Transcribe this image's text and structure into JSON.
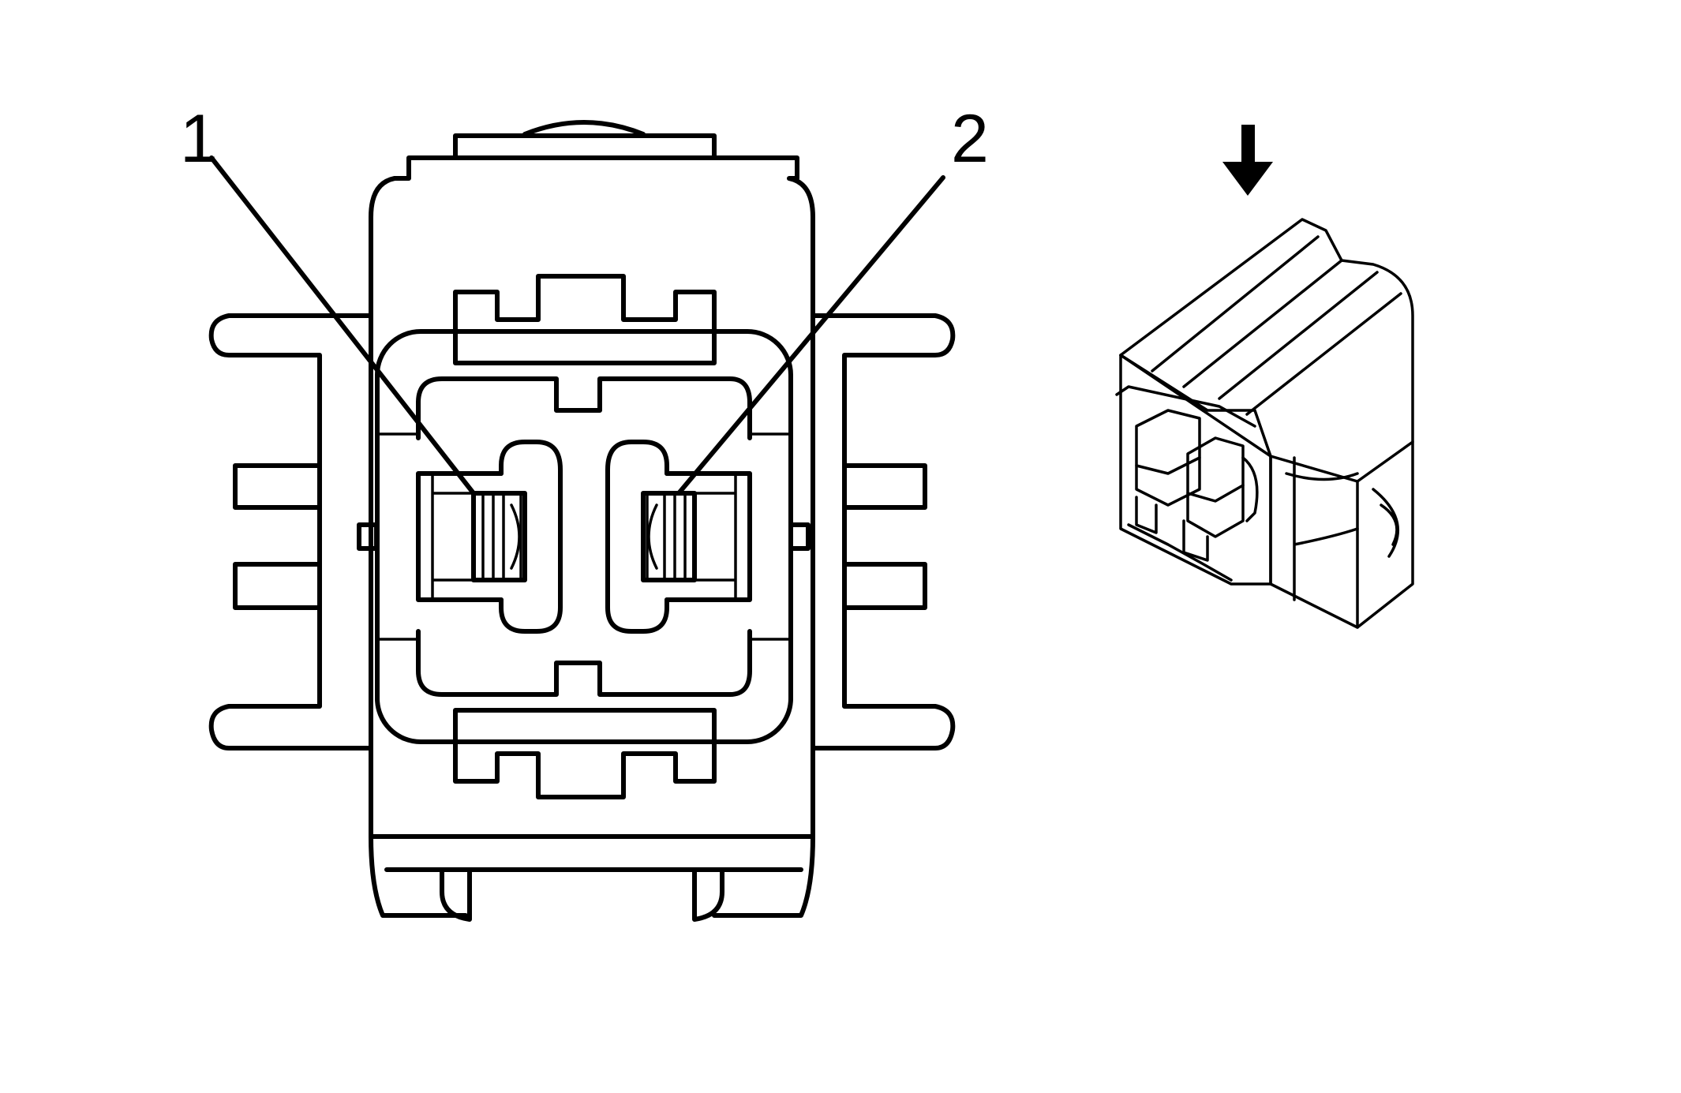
{
  "figure": {
    "callouts": [
      {
        "id": "pin-1",
        "label": "1"
      },
      {
        "id": "pin-2",
        "label": "2"
      }
    ],
    "icons": [
      "down-arrow-icon"
    ],
    "colors": {
      "line": "#000000",
      "background": "#ffffff"
    }
  }
}
